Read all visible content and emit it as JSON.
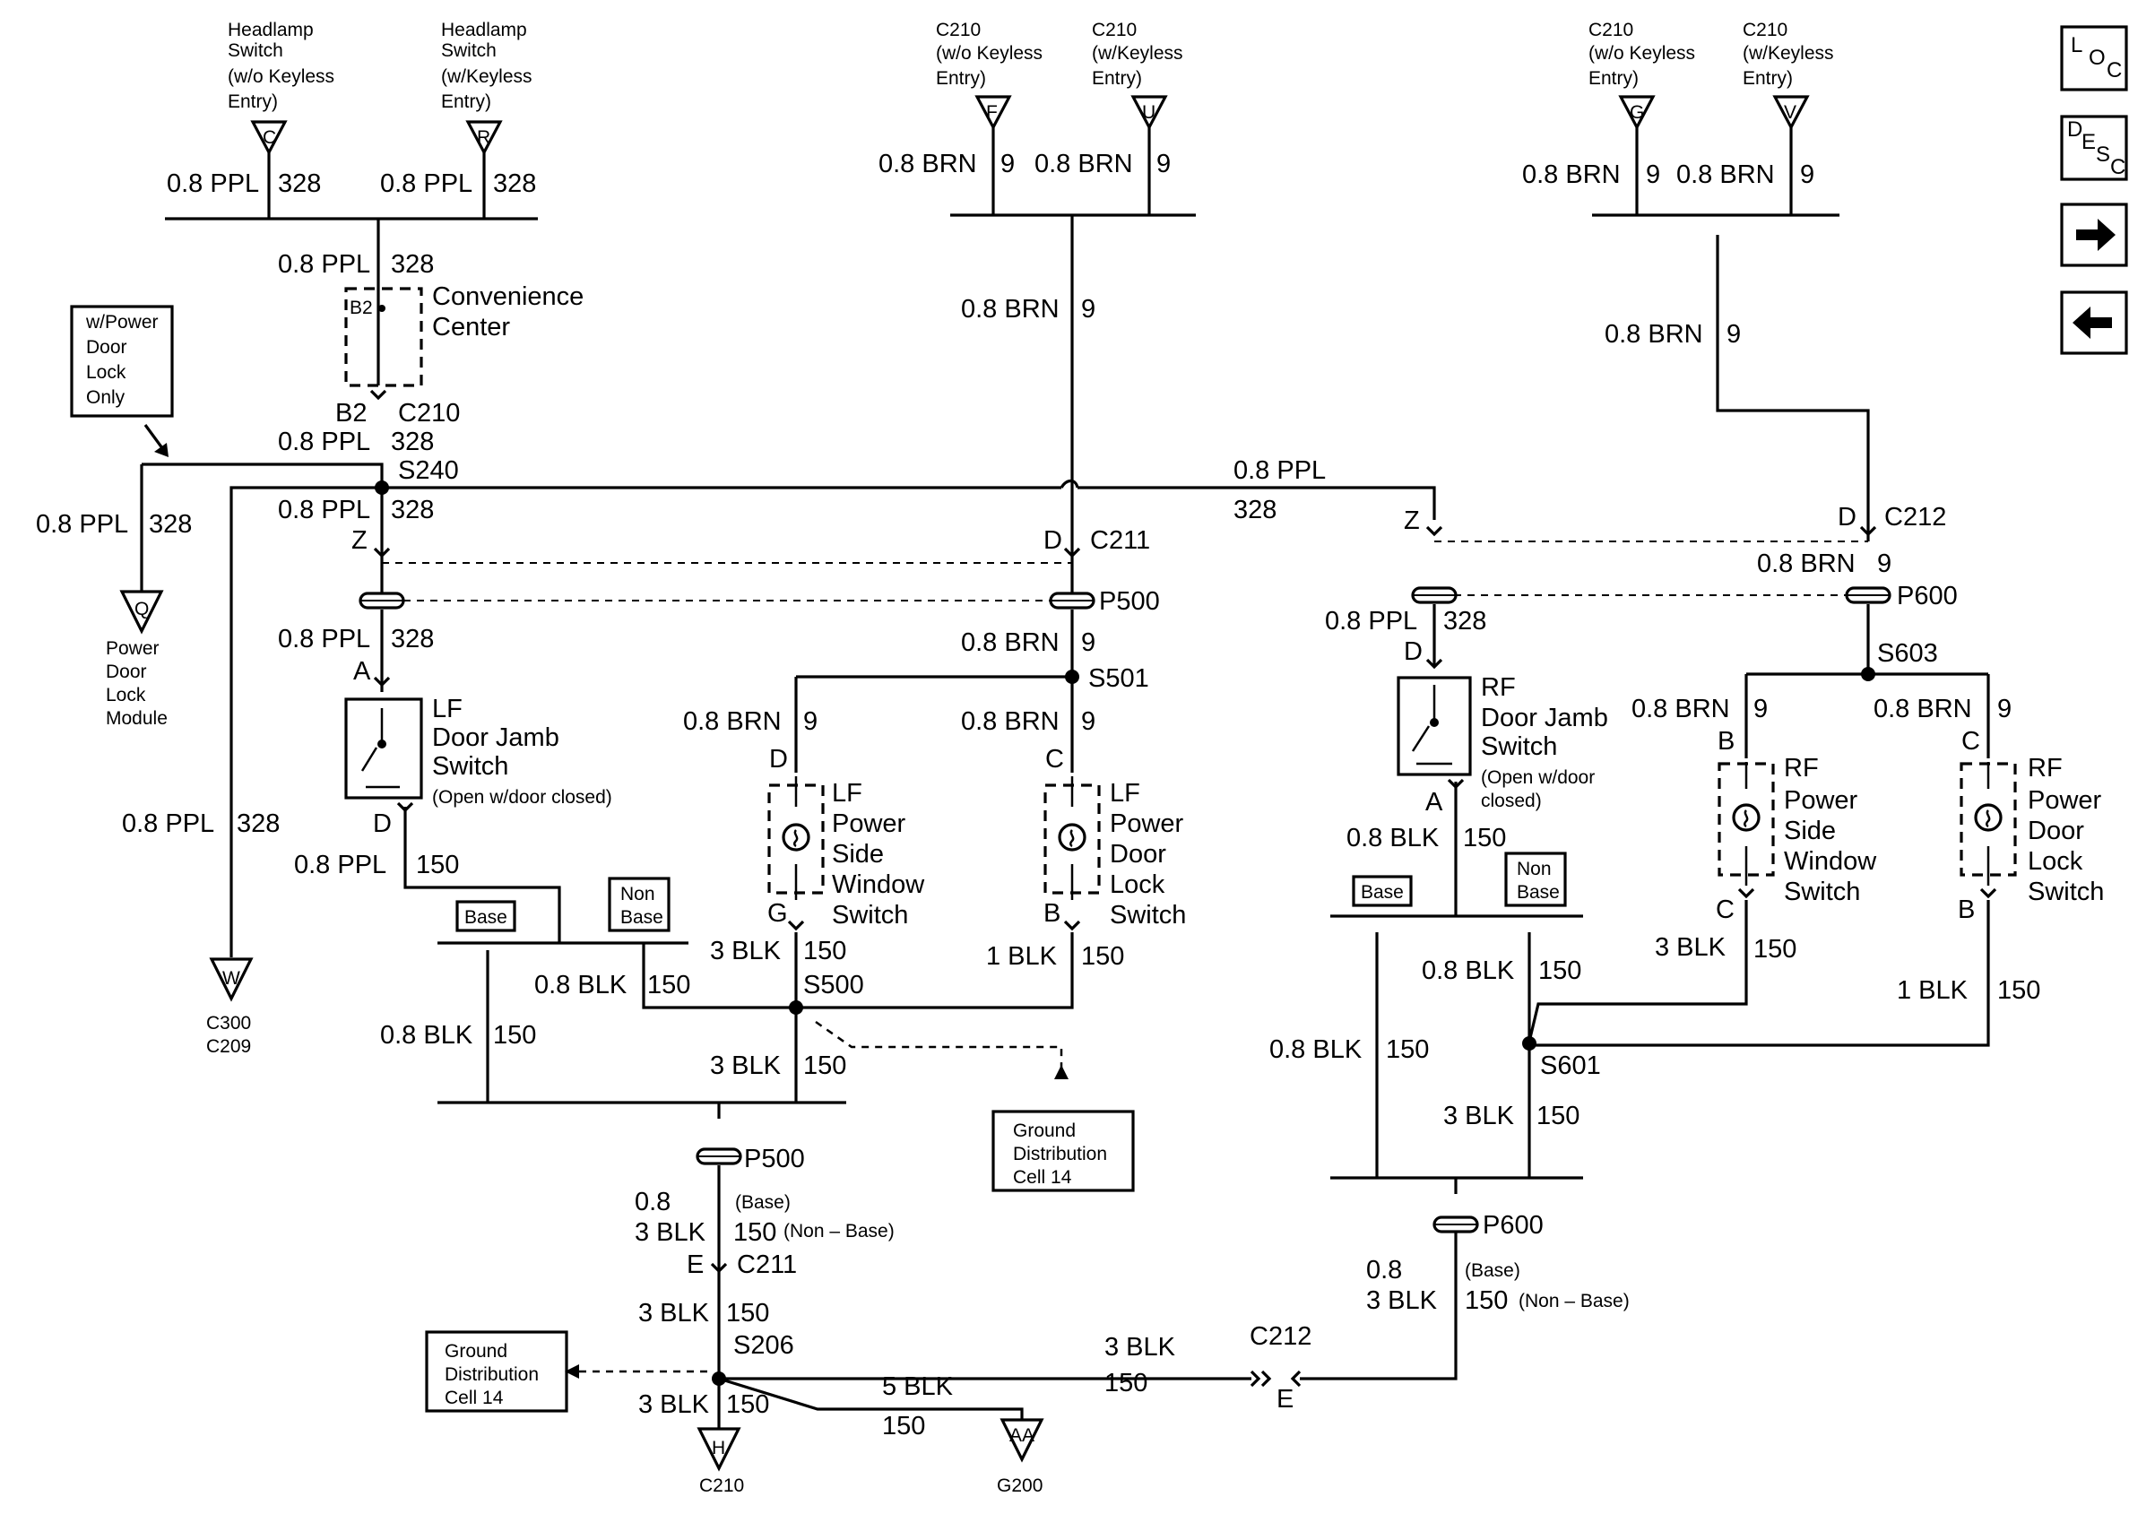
{
  "nav": {
    "loc": {
      "l": "L",
      "o": "O",
      "c": "C"
    },
    "desc": {
      "d": "D",
      "e": "E",
      "s": "S",
      "c": "C"
    }
  },
  "wires": {
    "ppl08": "0.8 PPL",
    "brn08": "0.8 BRN",
    "blk08": "0.8 BLK",
    "blk3": "3 BLK",
    "blk1": "1 BLK",
    "blk5": "5 BLK",
    "v08": "0.8",
    "c328": "328",
    "c9": "9",
    "c150": "150"
  },
  "labels": {
    "headlamp_c": [
      "Headlamp",
      "Switch",
      "(w/o Keyless",
      "Entry)"
    ],
    "headlamp_r": [
      "Headlamp",
      "Switch",
      "(w/Keyless",
      "Entry)"
    ],
    "c210_no": [
      "C210",
      "(w/o Keyless",
      "Entry)"
    ],
    "c210_w": [
      "C210",
      "(w/Keyless",
      "Entry)"
    ],
    "conv": [
      "Convenience",
      "Center"
    ],
    "w_power": [
      "w/Power",
      "Door",
      "Lock",
      "Only"
    ],
    "pdlm": [
      "Power",
      "Door",
      "Lock",
      "Module"
    ],
    "lf_jamb": [
      "LF",
      "Door Jamb",
      "Switch"
    ],
    "rf_jamb": [
      "RF",
      "Door Jamb",
      "Switch"
    ],
    "open_closed": "(Open w/door  closed)",
    "open_w": "(Open w/door",
    "closed": "closed)",
    "lf_window": [
      "LF",
      "Power",
      "Side",
      "Window",
      "Switch"
    ],
    "lf_lock": [
      "LF",
      "Power",
      "Door",
      "Lock",
      "Switch"
    ],
    "rf_window": [
      "RF",
      "Power",
      "Side",
      "Window",
      "Switch"
    ],
    "rf_lock": [
      "RF",
      "Power",
      "Door",
      "Lock",
      "Switch"
    ],
    "gdc": [
      "Ground",
      "Distribution",
      "Cell 14"
    ],
    "base": "Base",
    "non_base": [
      "Non",
      "Base"
    ],
    "base_paren": "(Base)",
    "nonbase_paren": "(Non – Base)"
  },
  "pins": {
    "B2": "B2",
    "A": "A",
    "D": "D",
    "Z": "Z",
    "C": "C",
    "B": "B",
    "G": "G",
    "E": "E",
    "Q": "Q",
    "W": "W",
    "H": "H",
    "AA": "AA",
    "F": "F",
    "U": "U",
    "V": "V",
    "R": "R"
  },
  "connectors": {
    "C210": "C210",
    "C211": "C211",
    "C212": "C212",
    "C300": "C300",
    "C209": "C209",
    "G200": "G200",
    "P500": "P500",
    "P600": "P600"
  },
  "splices": {
    "S240": "S240",
    "S206": "S206",
    "S500": "S500",
    "S501": "S501",
    "S601": "S601",
    "S603": "S603"
  }
}
